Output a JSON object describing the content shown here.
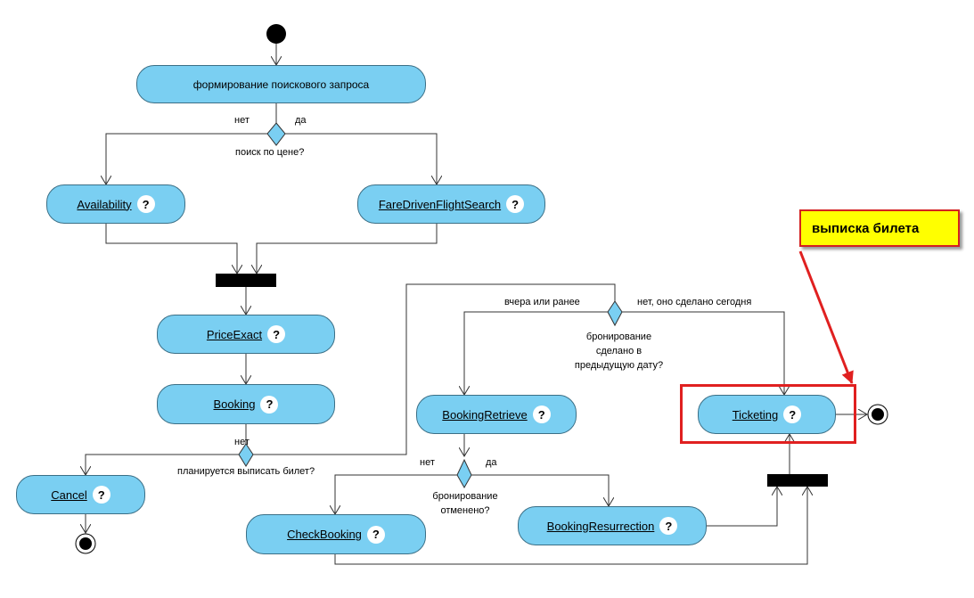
{
  "nodes": {
    "form_query": "формирование поискового запроса",
    "availability": "Availability",
    "fare_search": "FareDrivenFlightSearch",
    "price_exact": "PriceExact",
    "booking": "Booking",
    "cancel": "Cancel",
    "booking_retrieve": "BookingRetrieve",
    "check_booking": "CheckBooking",
    "booking_resurrection": "BookingResurrection",
    "ticketing": "Ticketing",
    "help_mark": "?"
  },
  "labels": {
    "no1": "нет",
    "yes1": "да",
    "decision1": "поиск по цене?",
    "no2": "нет",
    "decision2": "планируется выписать билет?",
    "yesterday": "вчера или ранее",
    "today": "нет, оно сделано сегодня",
    "decision3": "бронирование сделано в предыдущую дату?",
    "no3": "нет",
    "yes3": "да",
    "decision4": "бронирование отменено?"
  },
  "callout": {
    "text": "выписка билета"
  },
  "colors": {
    "activity_fill": "#7acff2",
    "activity_border": "#3b6f86",
    "callout_fill": "#ffff00",
    "highlight": "#e02020"
  }
}
